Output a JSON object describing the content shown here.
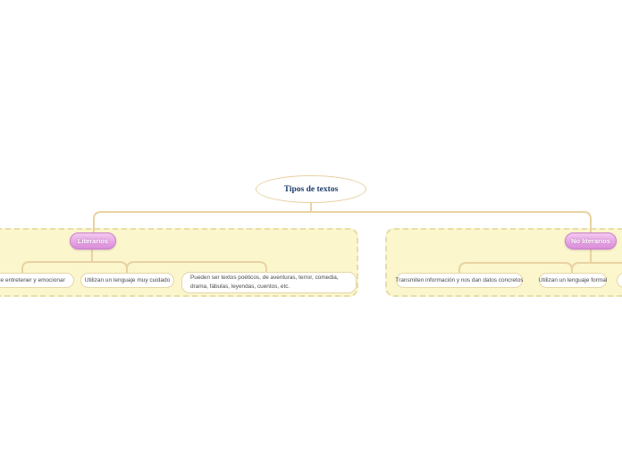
{
  "map": {
    "root": {
      "label": "Tipos de textos"
    },
    "branches": [
      {
        "id": "literarios",
        "label": "Literarios",
        "children": [
          {
            "label": "Trata de entretener y emocionar"
          },
          {
            "label": "Utilizan un lenguaje muy cuidado"
          },
          {
            "label": "Pueden ser textos poéticos, de aventuras, terror, comedia, drama, fábulas, leyendas, cuentos, etc."
          }
        ]
      },
      {
        "id": "no-literarios",
        "label": "No literarios",
        "children": [
          {
            "label": "Transmiten información y nos dan datos concretos"
          },
          {
            "label": "Utilizan un lenguaje formal"
          },
          {
            "label": ""
          }
        ]
      }
    ]
  },
  "colors": {
    "connector": "#e9d2a2",
    "boundary_fill": "#fcf6cd",
    "boundary_border": "#e7ddaa",
    "branch_pill_top": "#f4c8f0",
    "branch_pill_bottom": "#da8bda",
    "branch_pill_border": "#c982c9",
    "branch_text": "#ffffff",
    "leaf_border": "#e5d7a6",
    "leaf_text": "#4a4a4a",
    "root_text": "#1d3c6b",
    "root_border": "#e8d0a0",
    "background": "#ffffff"
  }
}
